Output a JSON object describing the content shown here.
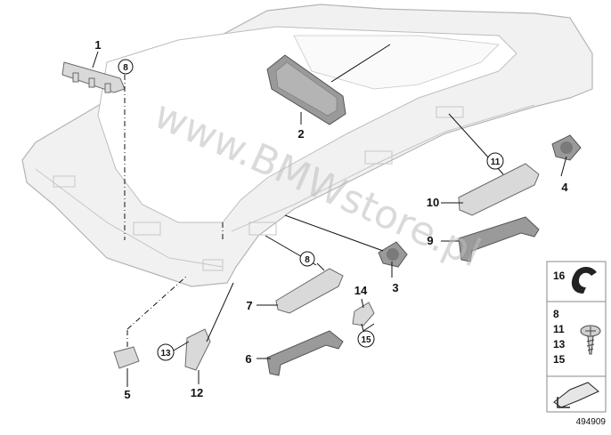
{
  "diagram": {
    "watermark": "www.BMWstore.pl",
    "reference_number": "494909",
    "callouts": [
      {
        "label": "1",
        "circled": false
      },
      {
        "label": "8",
        "circled": true
      },
      {
        "label": "2",
        "circled": false
      },
      {
        "label": "4",
        "circled": false
      },
      {
        "label": "11",
        "circled": true
      },
      {
        "label": "10",
        "circled": false
      },
      {
        "label": "9",
        "circled": false
      },
      {
        "label": "8",
        "circled": true
      },
      {
        "label": "3",
        "circled": false
      },
      {
        "label": "7",
        "circled": false
      },
      {
        "label": "14",
        "circled": false
      },
      {
        "label": "15",
        "circled": true
      },
      {
        "label": "13",
        "circled": true
      },
      {
        "label": "6",
        "circled": false
      },
      {
        "label": "5",
        "circled": false
      },
      {
        "label": "12",
        "circled": false
      }
    ],
    "legend": {
      "top_label": "16",
      "screw_labels": [
        "8",
        "11",
        "13",
        "15"
      ]
    }
  }
}
